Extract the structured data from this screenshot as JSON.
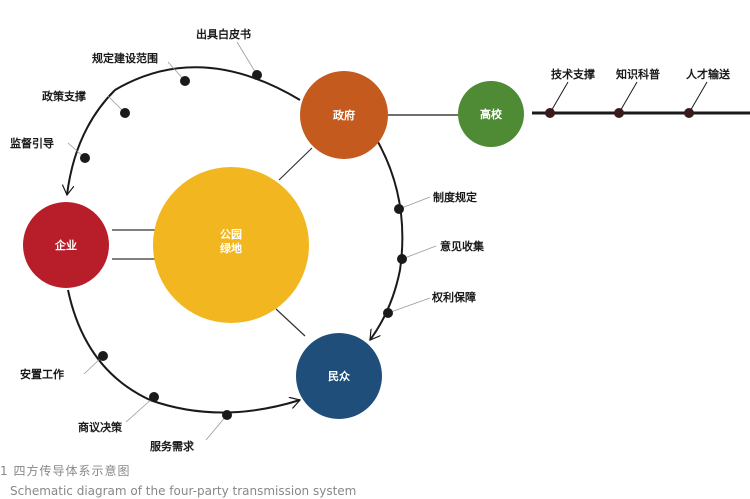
{
  "nodes": {
    "government": {
      "label": "政府",
      "color": "#C55A1E"
    },
    "university": {
      "label": "高校",
      "color": "#4F8A34"
    },
    "enterprise": {
      "label": "企业",
      "color": "#B81D2A"
    },
    "park": {
      "label_line1": "公园",
      "label_line2": "绿地",
      "color": "#F2B620"
    },
    "public": {
      "label": "民众",
      "color": "#1F4E7A"
    }
  },
  "flows": {
    "gov_to_enterprise": [
      "出具白皮书",
      "规定建设范围",
      "政策支撑",
      "监督引导"
    ],
    "gov_to_public": [
      "制度规定",
      "意见收集",
      "权利保障"
    ],
    "enterprise_to_public": [
      "安置工作",
      "商议决策",
      "服务需求"
    ],
    "university_line": [
      "技术支撑",
      "知识科普",
      "人才输送"
    ]
  },
  "caption": {
    "cn": "1 四方传导体系示意图",
    "en": "Schematic diagram of the four-party transmission system"
  }
}
